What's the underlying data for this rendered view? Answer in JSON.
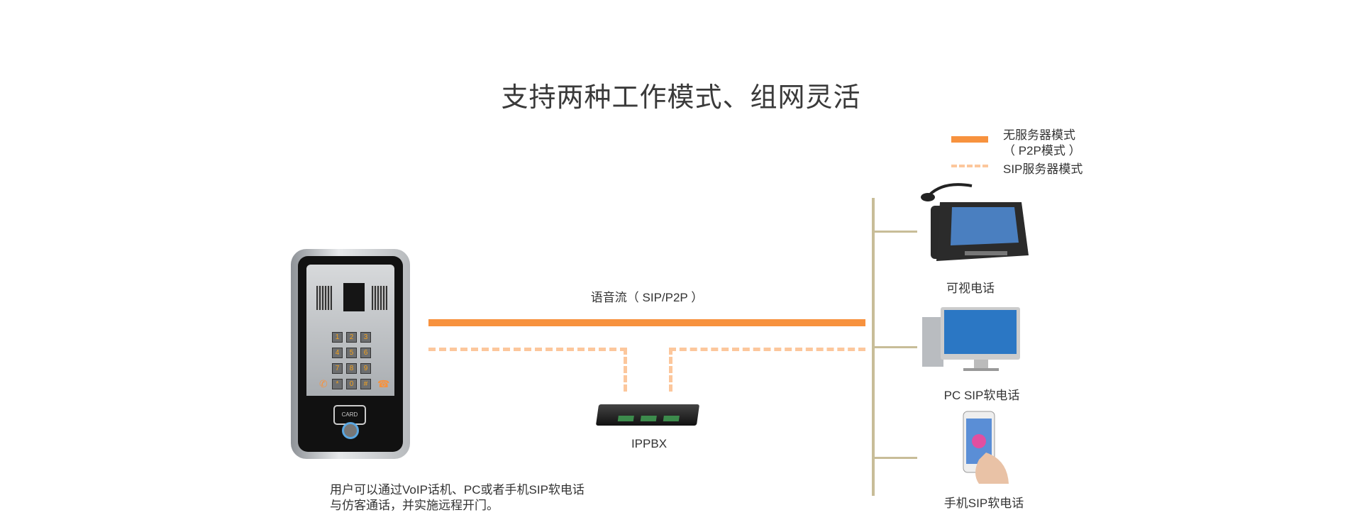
{
  "title": "支持两种工作模式、组网灵活",
  "legend": {
    "p2p_line1": "无服务器模式",
    "p2p_line2": "（ P2P模式 ）",
    "sip": "SIP服务器模式"
  },
  "voice_stream_label": "语音流（ SIP/P2P ）",
  "ippbx_label": "IPPBX",
  "devices": {
    "video_phone": "可视电话",
    "pc": "PC SIP软电话",
    "mobile": "手机SIP软电话"
  },
  "door_keys": [
    "1",
    "2",
    "3",
    "4",
    "5",
    "6",
    "7",
    "8",
    "9",
    "*",
    "0",
    "#"
  ],
  "door_card_text": "CARD",
  "description": {
    "line1": "用户可以通过VoIP话机、PC或者手机SIP软电话",
    "line2": "与仿客通话，并实施远程开门。"
  },
  "colors": {
    "p2p": "#f7923e",
    "sip": "#fcc79c",
    "bus": "#c8bd98"
  }
}
